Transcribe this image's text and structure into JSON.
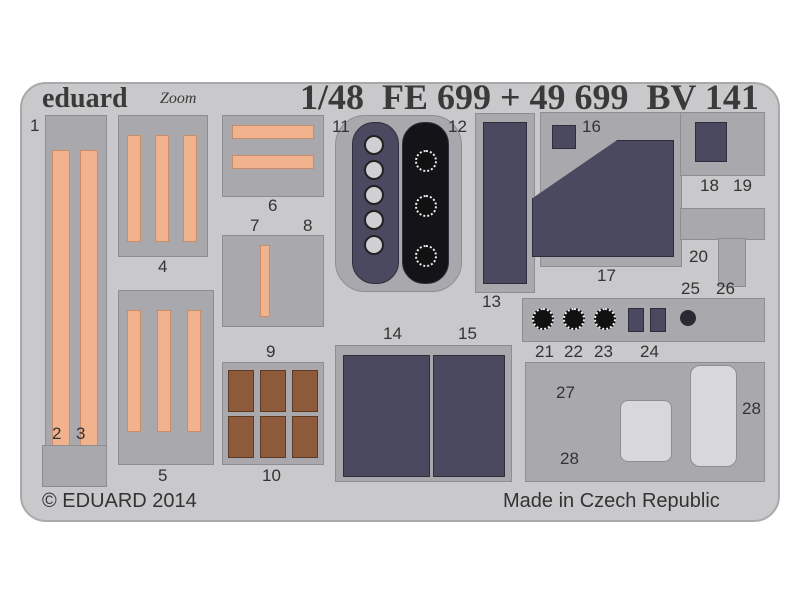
{
  "brand": "eduard",
  "zoom_logo": "Zoom",
  "title": "1/48  FE 699 + 49 699  BV 141",
  "copyright": "© EDUARD 2014",
  "origin": "Made in Czech Republic",
  "part_numbers": [
    "1",
    "2",
    "3",
    "4",
    "5",
    "6",
    "7",
    "8",
    "9",
    "10",
    "11",
    "12",
    "13",
    "14",
    "15",
    "16",
    "17",
    "18",
    "19",
    "20",
    "21",
    "22",
    "23",
    "24",
    "25",
    "26",
    "27",
    "28",
    "28"
  ],
  "colors": {
    "fret": "#c9c9cb",
    "belt": "#f0b38e",
    "panel": "#4b4960",
    "pad": "#8e5a3c"
  }
}
